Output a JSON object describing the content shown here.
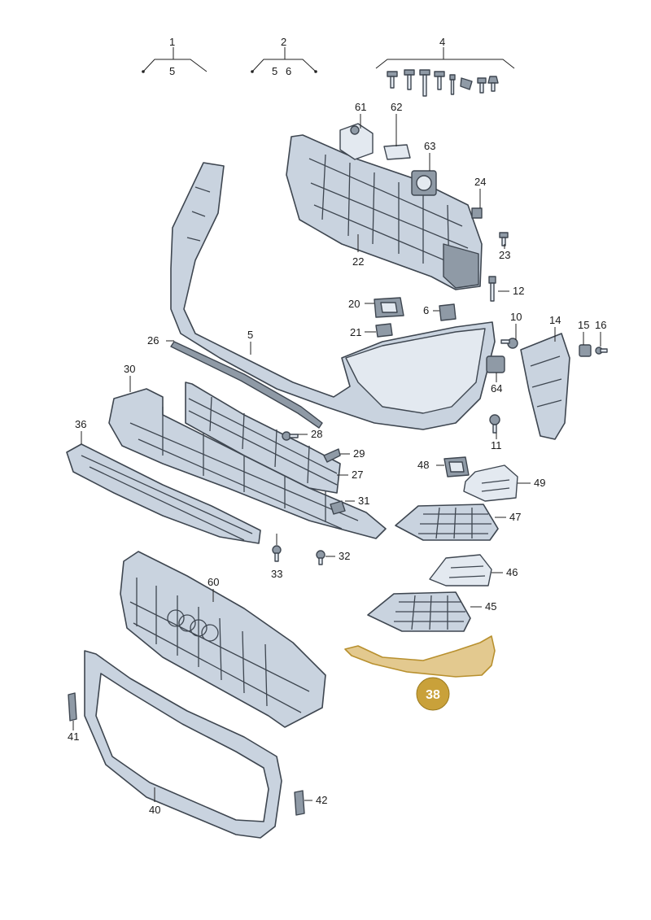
{
  "callouts": {
    "c1": "1",
    "c1_sub": "5",
    "c2": "2",
    "c2_sub_a": "5",
    "c2_sub_b": "6",
    "c4": "4",
    "c61": "61",
    "c62": "62",
    "c63": "63",
    "c24": "24",
    "c23": "23",
    "c22": "22",
    "c12": "12",
    "c20": "20",
    "c21": "21",
    "c6": "6",
    "c10": "10",
    "c14": "14",
    "c15": "15",
    "c16": "16",
    "c26": "26",
    "c5": "5",
    "c64": "64",
    "c11": "11",
    "c30": "30",
    "c36": "36",
    "c28": "28",
    "c29": "29",
    "c27": "27",
    "c48": "48",
    "c49": "49",
    "c31": "31",
    "c47": "47",
    "c33": "33",
    "c32": "32",
    "c46": "46",
    "c60": "60",
    "c45": "45",
    "c38": "38",
    "c41": "41",
    "c40": "40",
    "c42": "42"
  },
  "highlight_color": "#c9a13a"
}
